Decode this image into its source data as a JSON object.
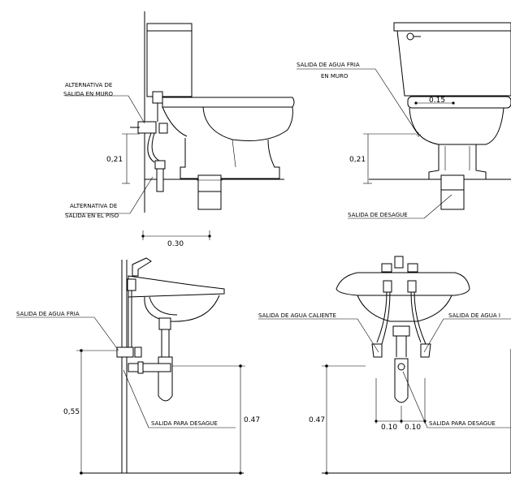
{
  "labels": {
    "alt_wall": [
      "ALTERNATIVA DE",
      "SALIDA EN MURO"
    ],
    "alt_floor": [
      "ALTERNATIVA DE",
      "SALIDA EN EL PISO"
    ],
    "cold_wall": [
      "SALIDA DE AGUA FRIA",
      "EN MURO"
    ],
    "drain_wc": "SALIDA DE DESAGUE",
    "cold_sink": "SALIDA DE AGUA FRIA",
    "drain_sink_side": "SALIDA PARA DESAGUE",
    "hot_sink": "SALIDA DE AGUA CALIENTE",
    "cold_sink_front": "SALIDA DE AGUA I",
    "drain_sink_front": "SALIDA PARA DESAGUE"
  },
  "dimensions": {
    "wc_side_height": "0,21",
    "wc_side_offset": "0.30",
    "wc_front_width": "0.15",
    "wc_front_height": "0,21",
    "sink_side_height": "0,55",
    "sink_side_total": "0.47",
    "sink_front_total": "0.47",
    "sink_front_left": "0.10",
    "sink_front_right": "0.10"
  }
}
